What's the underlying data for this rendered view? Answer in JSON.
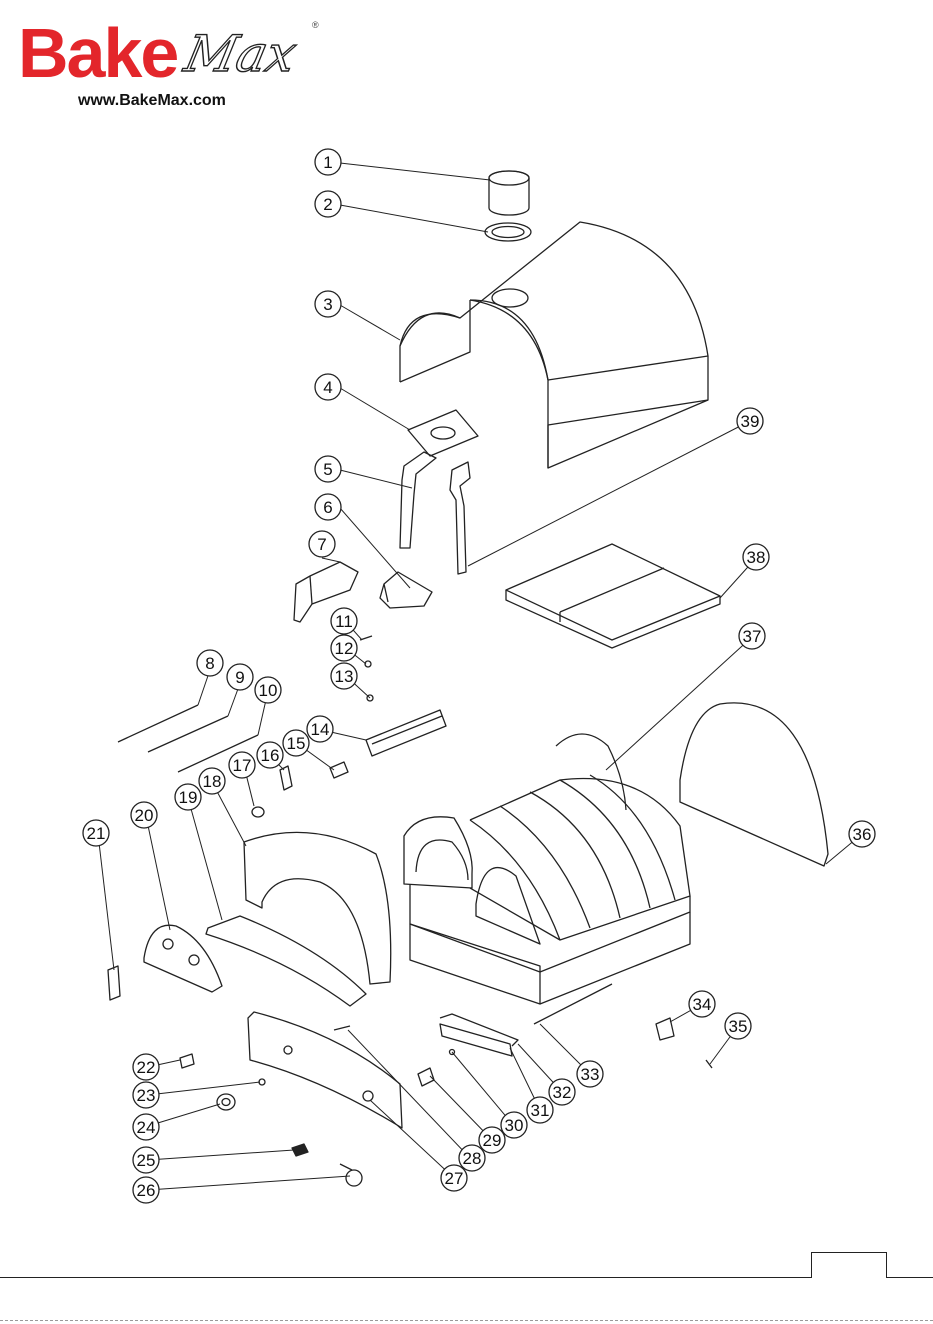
{
  "brand": {
    "name_part1": "Bake",
    "name_part2": "Max",
    "registered": "®",
    "url": "www.BakeMax.com",
    "colors": {
      "red": "#e3262b",
      "ink": "#111111"
    }
  },
  "diagram": {
    "type": "exploded-parts-view",
    "labels": [
      "1",
      "2",
      "3",
      "4",
      "5",
      "6",
      "7",
      "8",
      "9",
      "10",
      "11",
      "12",
      "13",
      "14",
      "15",
      "16",
      "17",
      "18",
      "19",
      "20",
      "21",
      "22",
      "23",
      "24",
      "25",
      "26",
      "27",
      "28",
      "29",
      "30",
      "31",
      "32",
      "33",
      "34",
      "35",
      "36",
      "37",
      "38",
      "39"
    ]
  },
  "footer": {
    "page_number": ""
  }
}
